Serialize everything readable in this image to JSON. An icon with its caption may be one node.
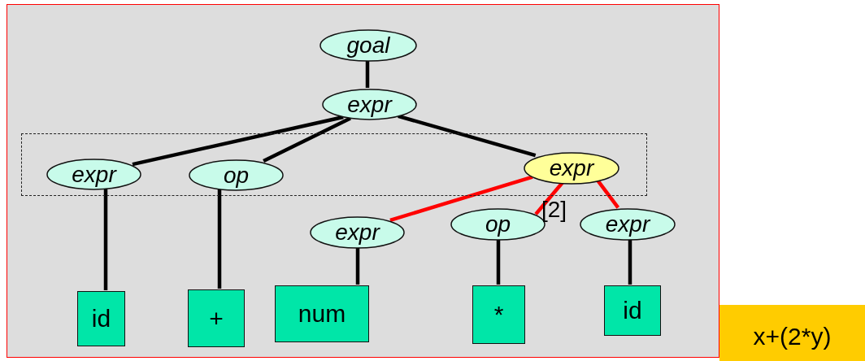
{
  "diagram": {
    "nodes": [
      {
        "text": [],
        "shape": "box"
      },
      {
        "text": [],
        "shape": "box",
        "in": 0
      },
      {
        "text": [
          "goal"
        ],
        "in": 0
      },
      {
        "text": [
          "expr"
        ],
        "in": 0
      },
      {
        "text": [
          "expr"
        ],
        "in": 1
      },
      {
        "text": [
          "op"
        ],
        "in": 1
      },
      {
        "text": [
          "expr"
        ],
        "in": 1
      },
      {
        "text": [
          "expr"
        ],
        "in": 0
      },
      {
        "text": [
          "op"
        ],
        "in": 0
      },
      {
        "text": [
          "expr"
        ],
        "in": 0
      },
      {
        "text": [
          "id"
        ],
        "in": 0
      },
      {
        "text": [
          "+"
        ],
        "in": 0
      },
      {
        "text": [
          "num"
        ],
        "in": 0
      },
      {
        "text": [
          "*"
        ],
        "in": 0
      },
      {
        "text": [
          "id"
        ],
        "in": 0
      },
      {
        "text": [
          "x+(2*y)"
        ]
      }
    ],
    "edges": [
      {
        "from": 2,
        "to": 3,
        "arrow": "none"
      },
      {
        "from": 3,
        "to": 4,
        "arrow": "none"
      },
      {
        "from": 3,
        "to": 5,
        "arrow": "none"
      },
      {
        "from": 3,
        "to": 6,
        "arrow": "none"
      },
      {
        "from": 6,
        "to": 7,
        "arrow": "none",
        "color": "#ff0000"
      },
      {
        "from": 6,
        "to": 8,
        "arrow": "none",
        "color": "#ff0000"
      },
      {
        "from": 6,
        "to": 9,
        "arrow": "none",
        "color": "#ff0000"
      },
      {
        "from": 4,
        "to": 10,
        "arrow": "none"
      },
      {
        "from": 5,
        "to": 11,
        "arrow": "none"
      },
      {
        "from": 7,
        "to": 12,
        "arrow": "none"
      },
      {
        "from": 8,
        "to": 13,
        "arrow": "none"
      },
      {
        "from": 9,
        "to": 14,
        "arrow": "none"
      }
    ],
    "labels": [
      "[2]"
    ]
  }
}
